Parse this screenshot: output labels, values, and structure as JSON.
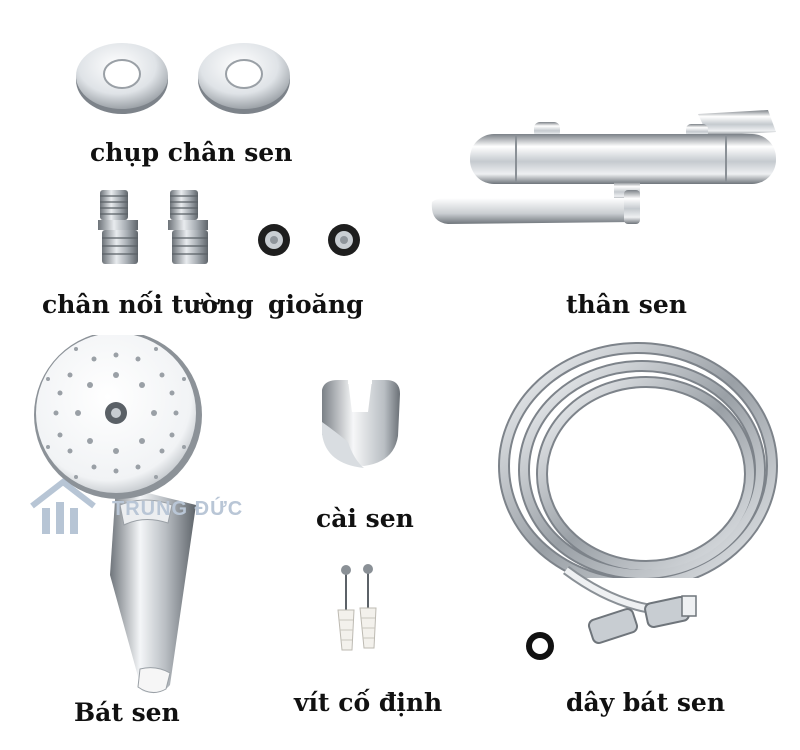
{
  "labels": {
    "flange_covers": "chụp chân sen",
    "wall_connectors": "chân nối tường",
    "gaskets": "gioăng",
    "mixer_body": "thân sen",
    "shower_head": "Bát sen",
    "holder": "cài sen",
    "screws": "vít cố định",
    "hose": "dây bát sen"
  },
  "watermark": {
    "text": "TRUNG ĐỨC"
  },
  "colors": {
    "label_text": "#111111",
    "chrome_light": "#f2f4f6",
    "chrome_dark": "#8a9096",
    "watermark": "#b9c6d6",
    "background": "#ffffff"
  }
}
